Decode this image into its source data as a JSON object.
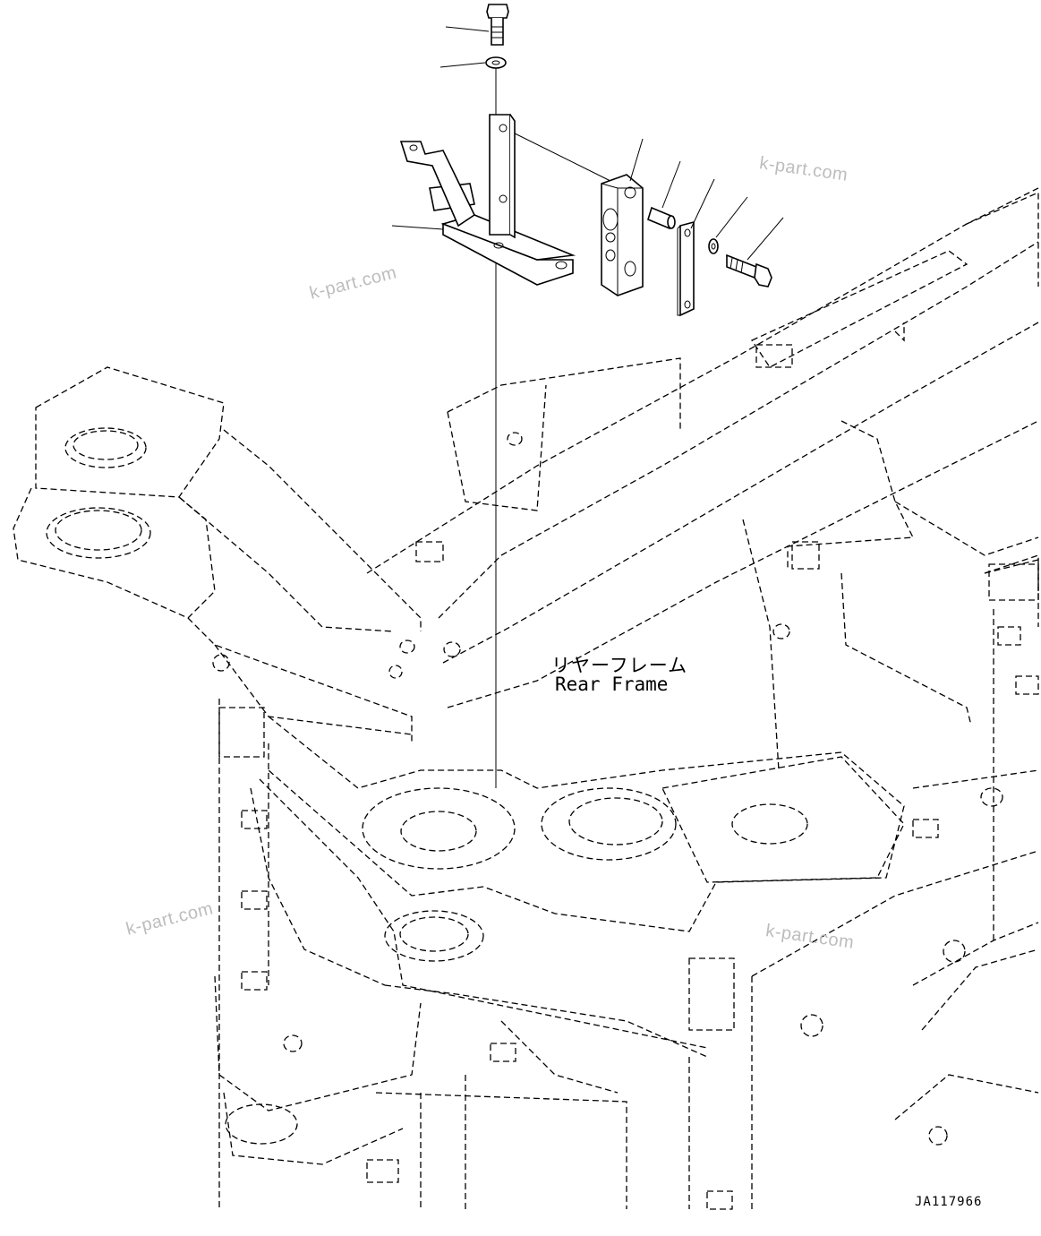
{
  "labels": {
    "frame_jp": "リヤーフレーム",
    "frame_en": "Rear Frame",
    "drawing_id": "JA117966"
  },
  "watermarks": [
    "k-part.com",
    "k-part.com",
    "k-part.com",
    "k-part.com"
  ],
  "colors": {
    "line": "#000000",
    "watermark": "#bdbdbd",
    "background": "#ffffff"
  }
}
